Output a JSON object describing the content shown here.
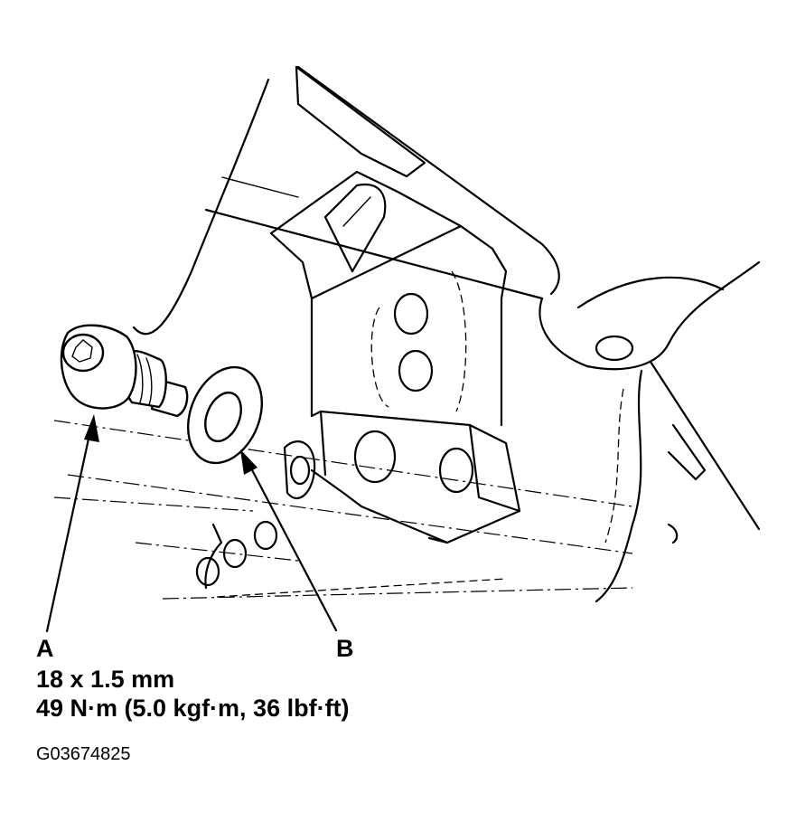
{
  "labels": {
    "part_a": "A",
    "part_b": "B"
  },
  "specs": {
    "size": "18 x 1.5 mm",
    "torque": "49 N·m (5.0 kgf·m, 36 lbf·ft)"
  },
  "figure_id": "G03674825"
}
